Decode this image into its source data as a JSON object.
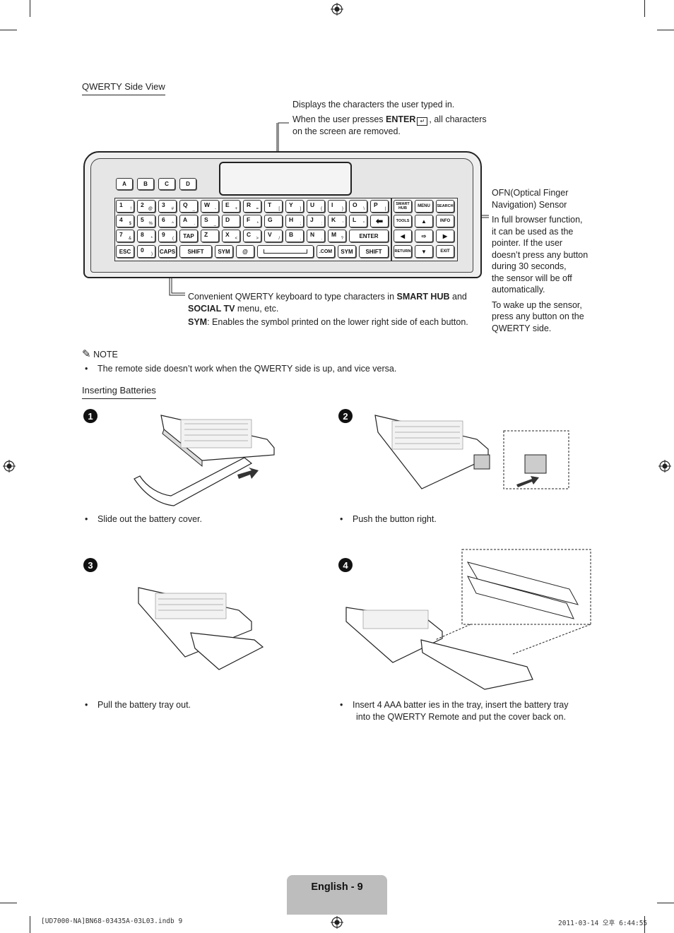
{
  "section_title": "QWERTY Side View",
  "callout_top": {
    "line1": "Displays the characters the user typed in.",
    "line2_pre": "When the user presses ",
    "line2_bold": "ENTER",
    "line2_post": ", all characters",
    "line3": "on the screen are removed."
  },
  "callout_right": {
    "title1": "OFN(Optical Finger",
    "title2": "Navigation) Sensor",
    "p1": [
      "In full browser function,",
      "it can be used as the",
      "pointer. If the user",
      "doesn’t press any button",
      "during 30 seconds,",
      "the sensor will be off",
      "automatically."
    ],
    "p2": [
      "To wake up the sensor,",
      "press any button on the",
      "QWERTY side."
    ]
  },
  "callout_bottom": {
    "l1_pre": "Convenient QWERTY keyboard to type characters in ",
    "l1_bold": "SMART HUB",
    "l1_post": " and",
    "l2_bold": "SOCIAL TV",
    "l2_post": " menu, etc.",
    "l3_bold": "SYM",
    "l3_post": ": Enables the symbol printed on the lower right side of each button."
  },
  "keyboard": {
    "color_keys": [
      "A",
      "B",
      "C",
      "D"
    ],
    "row1": [
      [
        "1",
        "!"
      ],
      [
        "2",
        "@"
      ],
      [
        "3",
        "#"
      ],
      [
        "Q",
        "_"
      ],
      [
        "W",
        "-"
      ],
      [
        "E",
        "+"
      ],
      [
        "R",
        "="
      ],
      [
        "T",
        "["
      ],
      [
        "Y",
        "]"
      ],
      [
        "U",
        "{"
      ],
      [
        "I",
        "}"
      ],
      [
        "O",
        "\\"
      ],
      [
        "P",
        "|"
      ]
    ],
    "row2": [
      [
        "4",
        "$"
      ],
      [
        "5",
        "%"
      ],
      [
        "6",
        "^"
      ],
      [
        "A",
        "."
      ],
      [
        "S",
        "_"
      ],
      [
        "D",
        ""
      ],
      [
        "F",
        "*"
      ],
      [
        "G",
        ""
      ],
      [
        "H",
        ";"
      ],
      [
        "J",
        ":"
      ],
      [
        "K",
        "'"
      ],
      [
        "L",
        "\""
      ]
    ],
    "row3": [
      [
        "7",
        "&"
      ],
      [
        "8",
        "*"
      ],
      [
        "9",
        "("
      ],
      [
        "TAP",
        ""
      ],
      [
        "Z",
        ""
      ],
      [
        "X",
        "<"
      ],
      [
        "C",
        ">"
      ],
      [
        "V",
        "/"
      ],
      [
        "B",
        "."
      ],
      [
        "N",
        "."
      ],
      [
        "M",
        "?"
      ]
    ],
    "row3_enter": "ENTER",
    "row4": [
      "ESC",
      "0",
      "CAPS",
      "SHIFT",
      "SYM",
      "@",
      "",
      ".COM",
      "SYM",
      "SHIFT"
    ],
    "row4_zero_sub": ")",
    "fn_keys": [
      "SMART HUB",
      "MENU",
      "SEARCH",
      "TOOLS",
      "INFO",
      "RETURN",
      "EXIT"
    ]
  },
  "note": {
    "label": "NOTE",
    "text": "The remote side doesn’t work when the QWERTY side is up, and vice versa."
  },
  "batteries": {
    "title": "Inserting Batteries",
    "steps": [
      {
        "num": "1",
        "text": "Slide out the battery cover."
      },
      {
        "num": "2",
        "text": "Push the button right."
      },
      {
        "num": "3",
        "text": "Pull the battery tray out."
      },
      {
        "num": "4",
        "text": "Insert 4 AAA batter  ies in the tray, insert the battery tray",
        "text2": "into the QWERTY Remote and put the cover back on."
      }
    ]
  },
  "footer": {
    "page_label": "English - 9",
    "file": "[UD7000-NA]BN68-03435A-03L03.indb   9",
    "date": "2011-03-14   오후 6:44:55"
  }
}
